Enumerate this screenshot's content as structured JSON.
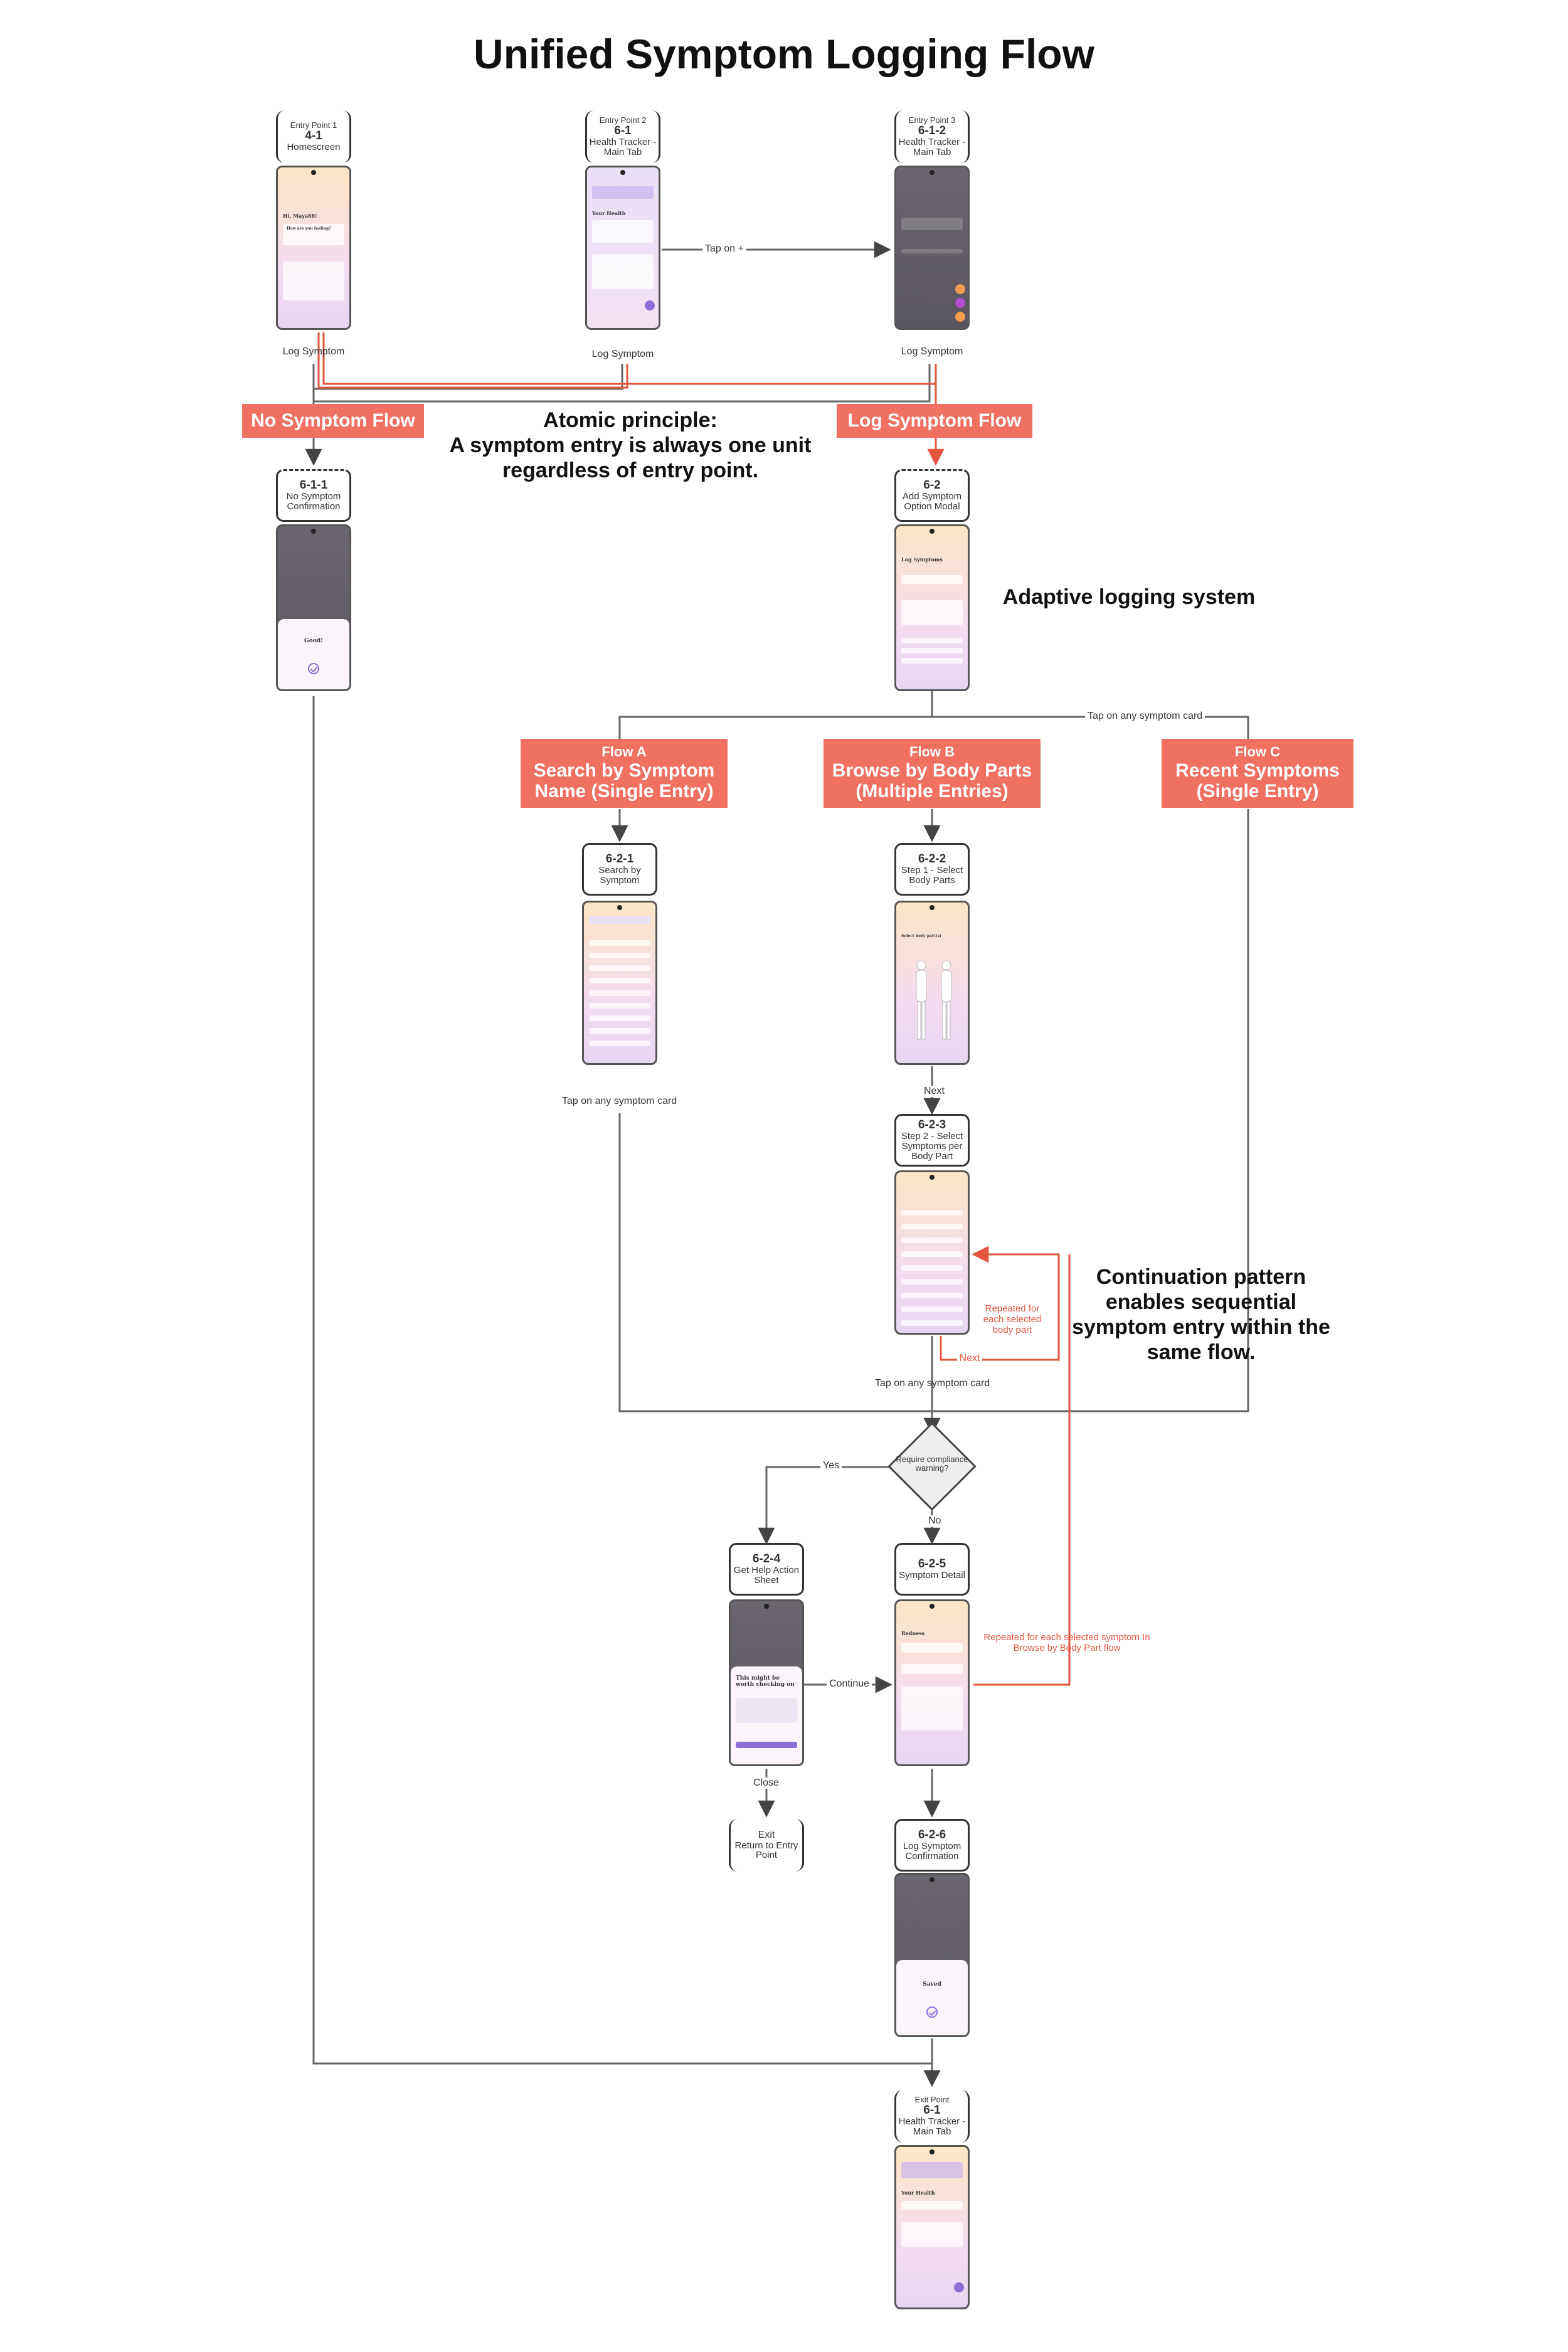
{
  "title": "Unified Symptom Logging Flow",
  "notes": {
    "atomic": "Atomic principle:\nA symptom entry is always one unit regardless of entry point.",
    "adaptive": "Adaptive logging system",
    "continuation": "Continuation pattern enables sequential symptom entry within the same flow."
  },
  "nodes": {
    "ep1": {
      "pre": "Entry Point 1",
      "code": "4-1",
      "name": "Homescreen"
    },
    "ep2": {
      "pre": "Entry Point 2",
      "code": "6-1",
      "name": "Health Tracker - Main Tab"
    },
    "ep3": {
      "pre": "Entry Point 3",
      "code": "6-1-2",
      "name": "Health Tracker - Main Tab"
    },
    "n611": {
      "code": "6-1-1",
      "name": "No Symptom Confirmation"
    },
    "n62": {
      "code": "6-2",
      "name": "Add Symptom Option Modal"
    },
    "n621": {
      "code": "6-2-1",
      "name": "Search by Symptom"
    },
    "n622": {
      "code": "6-2-2",
      "name": "Step 1 - Select Body Parts"
    },
    "n623": {
      "code": "6-2-3",
      "name": "Step 2 - Select Symptoms per Body Part"
    },
    "n624": {
      "code": "6-2-4",
      "name": "Get Help Action Sheet"
    },
    "n625": {
      "code": "6-2-5",
      "name": "Symptom Detail"
    },
    "n626": {
      "code": "6-2-6",
      "name": "Log Symptom Confirmation"
    },
    "exitnode": {
      "code": "Exit",
      "name": "Return to Entry Point"
    },
    "exitpoint": {
      "pre": "Exit Point",
      "code": "6-1",
      "name": "Health Tracker - Main Tab"
    }
  },
  "banners": {
    "no_symptom": "No Symptom Flow",
    "log_symptom": "Log Symptom Flow",
    "flow_a": {
      "sub": "Flow A",
      "main": "Search by Symptom Name (Single Entry)"
    },
    "flow_b": {
      "sub": "Flow B",
      "main": "Browse by Body Parts (Multiple Entries)"
    },
    "flow_c": {
      "sub": "Flow C",
      "main": "Recent Symptoms (Single Entry)"
    }
  },
  "edge_labels": {
    "tap_on_plus": "Tap on +",
    "log_symptom_1": "Log Symptom",
    "log_symptom_2": "Log Symptom",
    "log_symptom_3": "Log Symptom",
    "tap_any_card_c": "Tap on any symptom card",
    "tap_any_card_a": "Tap on any symptom card",
    "tap_any_card_b": "Tap on any symptom card",
    "next_1": "Next",
    "next_2": "Next",
    "repeated_body": "Repeated for each selected body part",
    "repeated_symptom": "Repeated for each selected symptom In Browse by Body Part flow",
    "yes": "Yes",
    "no": "No",
    "continue": "Continue",
    "close": "Close"
  },
  "decision": "Require compliance warning?",
  "screens": {
    "home_greet": "Hi, Maya88!",
    "home_q": "How are you feeling?",
    "health_title": "Your Health",
    "log_symptoms": "Log Symptoms",
    "good": "Good!",
    "saved": "Saved",
    "worth_check": "This might be worth checking on",
    "redness": "Redness",
    "select_body": "Select body part(s)"
  },
  "colors": {
    "accent": "#f07062",
    "purple": "#8b6fd6",
    "line": "#333333",
    "red_line": "#e2553f"
  }
}
